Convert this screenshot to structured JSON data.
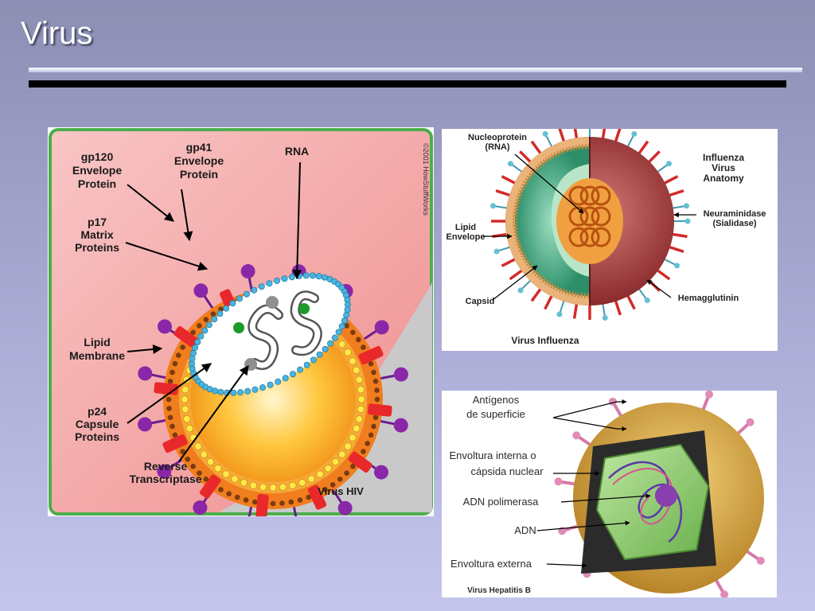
{
  "slide": {
    "title": "Virus"
  },
  "hiv": {
    "caption": "Virus HIV",
    "copyright": "©2001 HowStuffWorks",
    "labels": {
      "gp120": [
        "gp120",
        "Envelope",
        "Protein"
      ],
      "gp41": [
        "gp41",
        "Envelope",
        "Protein"
      ],
      "rna": "RNA",
      "p17": [
        "p17",
        "Matrix",
        "Proteins"
      ],
      "lipid": [
        "Lipid",
        "Membrane"
      ],
      "p24": [
        "p24",
        "Capsule",
        "Proteins"
      ],
      "rt": [
        "Reverse",
        "Transcriptase"
      ]
    }
  },
  "flu": {
    "caption": "Virus Influenza",
    "title": [
      "Influenza",
      "Virus",
      "Anatomy"
    ],
    "labels": {
      "nucleoprotein": [
        "Nucleoprotein",
        "(RNA)"
      ],
      "lipid": [
        "Lipid",
        "Envelope"
      ],
      "capsid": "Capsid",
      "neuraminidase": [
        "Neuraminidase",
        "(Sialidase)"
      ],
      "hemagglutinin": "Hemagglutinin"
    }
  },
  "hbv": {
    "caption": "Virus Hepatitis B",
    "labels": {
      "antigens": [
        "Antígenos",
        "de superficie"
      ],
      "inner": [
        "Envoltura interna o",
        "cápsida nuclear"
      ],
      "polymerase": "ADN polimerasa",
      "dna": "ADN",
      "outer": "Envoltura externa"
    }
  },
  "colors": {
    "hiv_bg": "#f4a4a4",
    "hiv_border": "#4cae4c",
    "envelope_orange": "#f07d1e",
    "membrane_yellow": "#ffe84a",
    "spike_red": "#e8282a",
    "knob_purple": "#8a27a8",
    "capsid_blue": "#4bb4e0",
    "flu_capsid": "#3aa57f",
    "hbv_shell": "#e3b448"
  }
}
